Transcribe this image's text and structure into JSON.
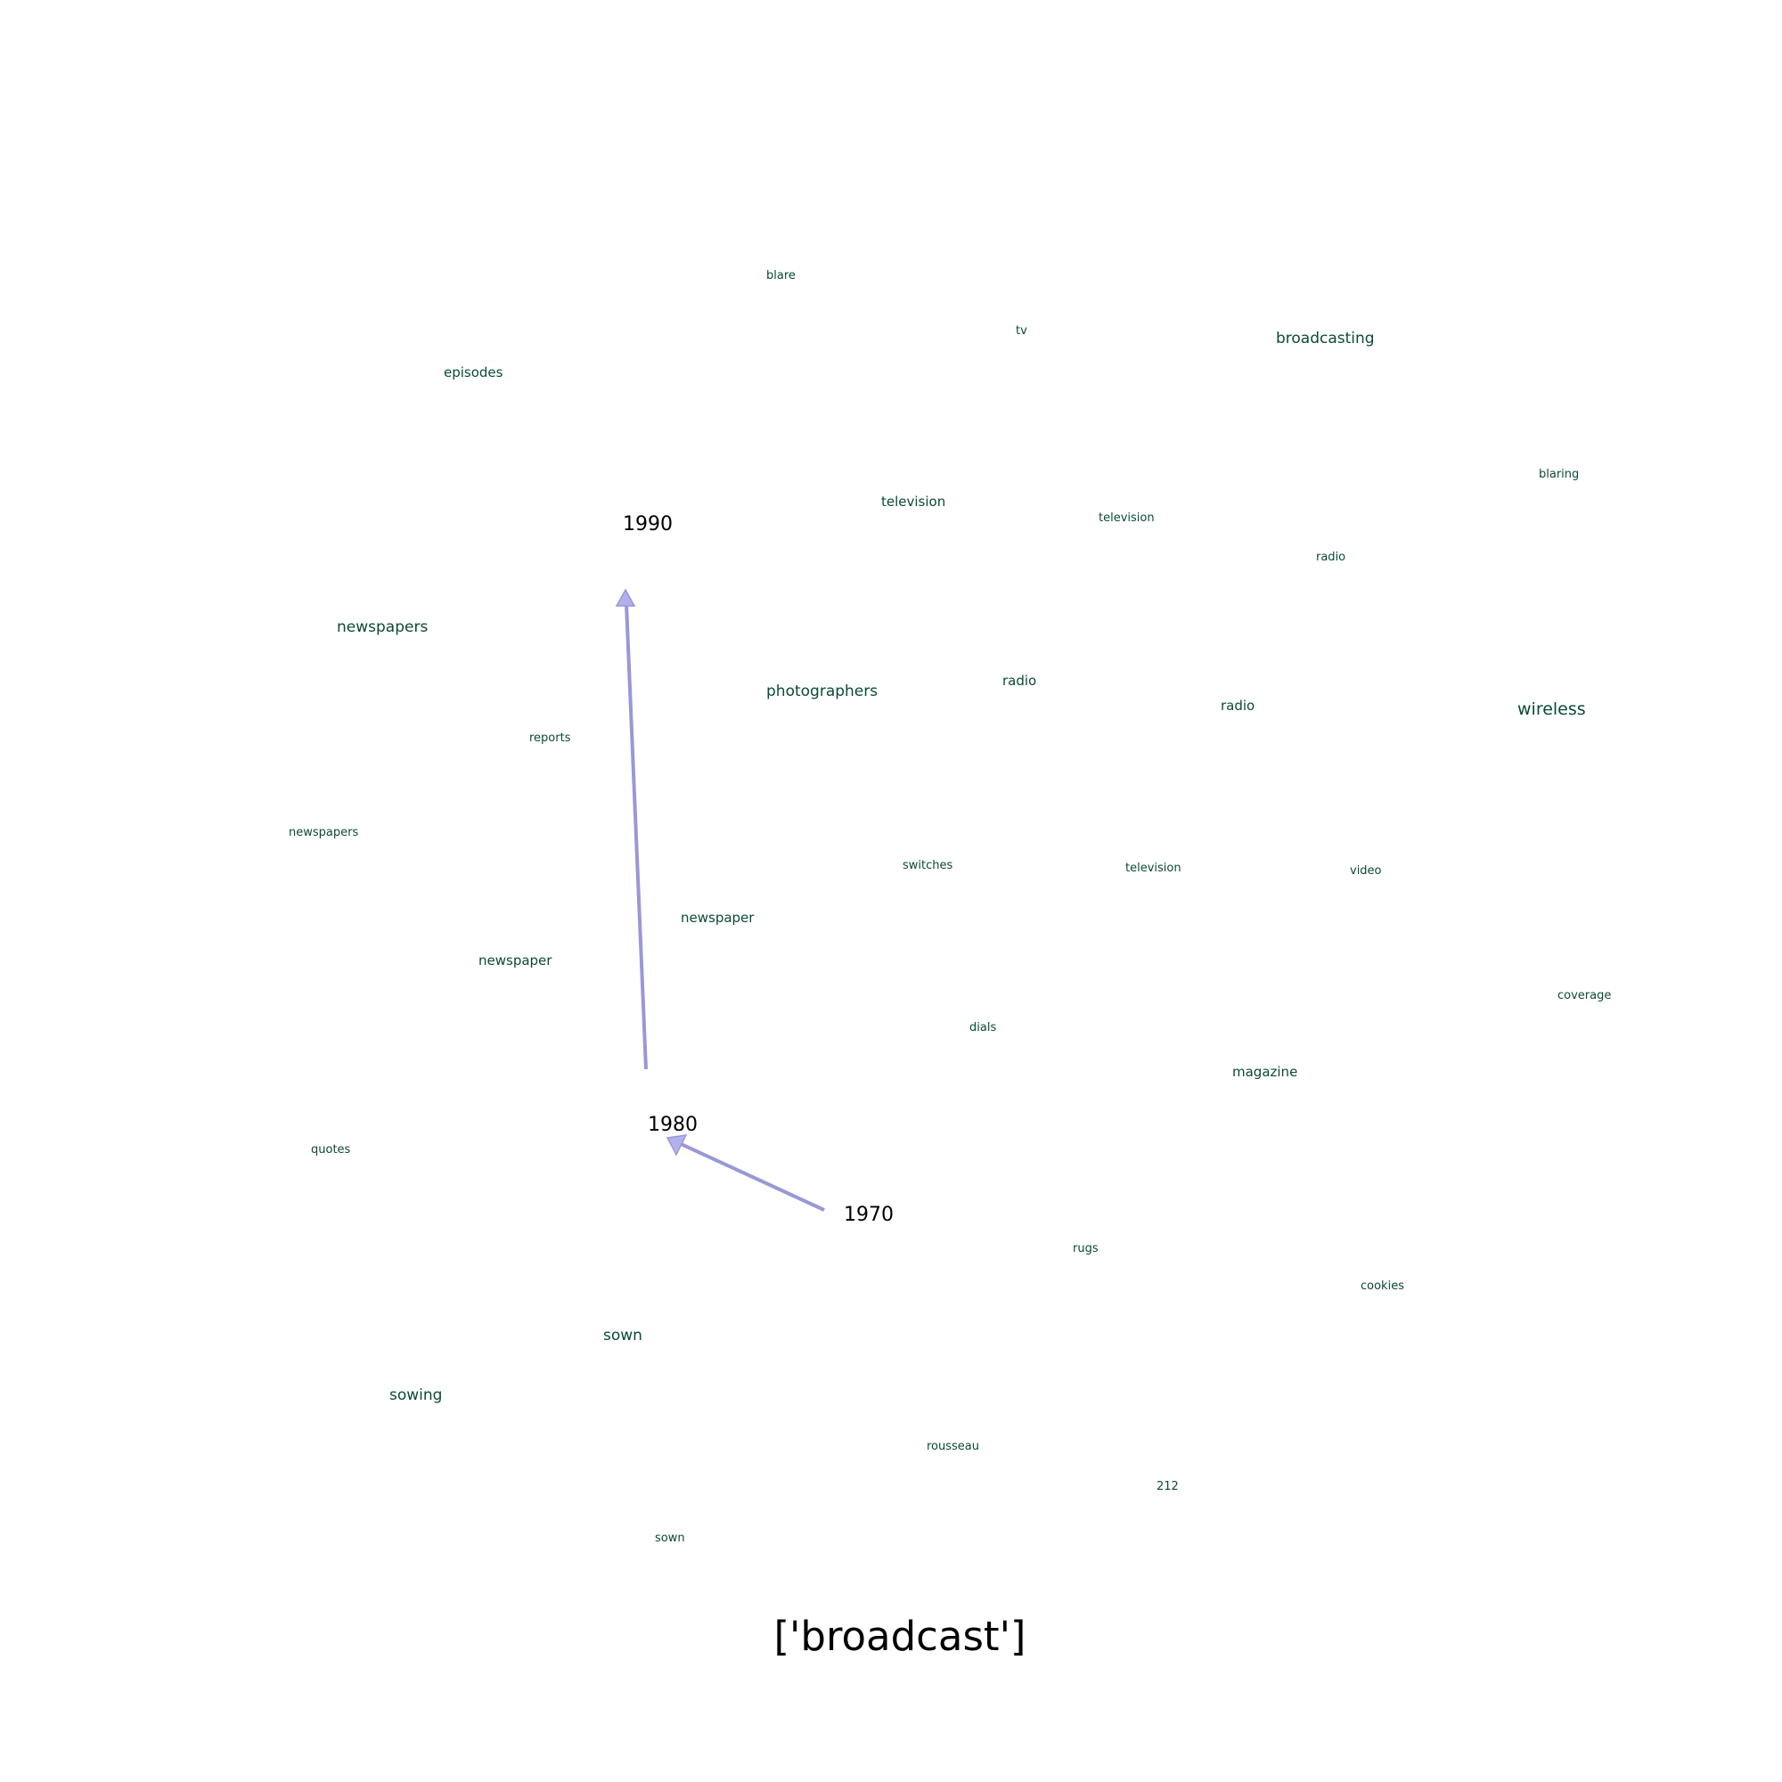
{
  "title": "['broadcast']",
  "colors": {
    "word": "#0b4a35",
    "year": "#000000",
    "arrow_fill": "#b3b0ee",
    "arrow_stroke": "#9a97d8"
  },
  "years": [
    {
      "label": "1970"
    },
    {
      "label": "1980"
    },
    {
      "label": "1990"
    }
  ],
  "words": [
    {
      "text": "blare"
    },
    {
      "text": "tv"
    },
    {
      "text": "broadcasting"
    },
    {
      "text": "episodes"
    },
    {
      "text": "blaring"
    },
    {
      "text": "television"
    },
    {
      "text": "television"
    },
    {
      "text": "radio"
    },
    {
      "text": "newspapers"
    },
    {
      "text": "photographers"
    },
    {
      "text": "radio"
    },
    {
      "text": "radio"
    },
    {
      "text": "wireless"
    },
    {
      "text": "reports"
    },
    {
      "text": "newspapers"
    },
    {
      "text": "switches"
    },
    {
      "text": "television"
    },
    {
      "text": "video"
    },
    {
      "text": "newspaper"
    },
    {
      "text": "newspaper"
    },
    {
      "text": "coverage"
    },
    {
      "text": "dials"
    },
    {
      "text": "magazine"
    },
    {
      "text": "quotes"
    },
    {
      "text": "rugs"
    },
    {
      "text": "cookies"
    },
    {
      "text": "sown"
    },
    {
      "text": "sowing"
    },
    {
      "text": "rousseau"
    },
    {
      "text": "212"
    },
    {
      "text": "sown"
    }
  ]
}
